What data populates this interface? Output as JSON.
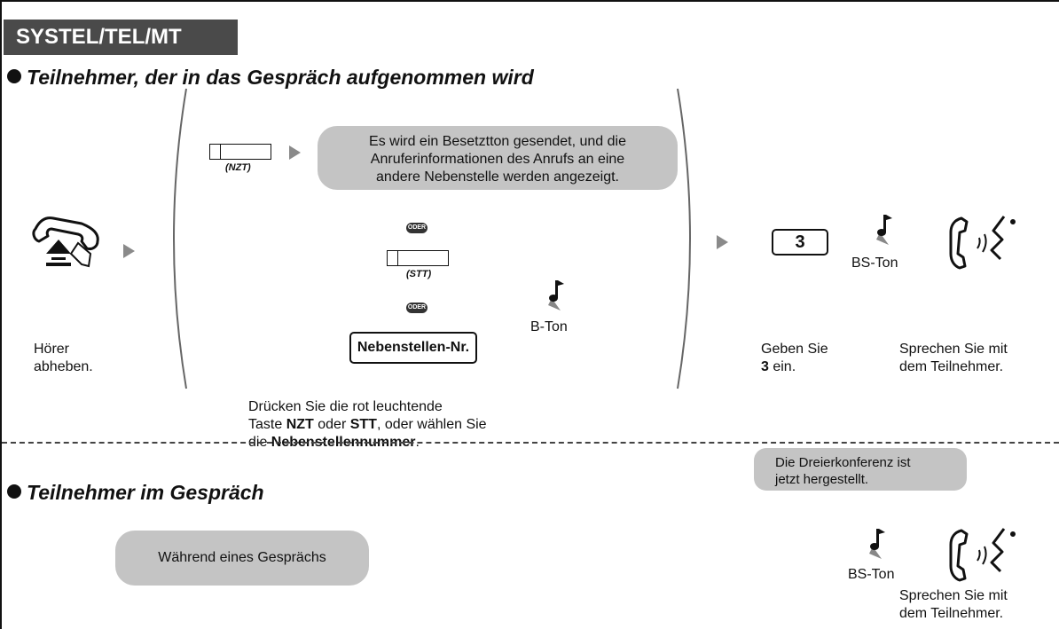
{
  "header": {
    "title": "SYSTEL/TEL/MT"
  },
  "section1": {
    "title": "Teilnehmer, der in das Gespräch aufgenommen wird",
    "step_offhook": {
      "line1": "Hörer",
      "line2": "abheben."
    },
    "key_nzt_label": "(NZT)",
    "bubble_busy": {
      "line1": "Es wird ein Besetztton gesendet, und die",
      "line2": "Anruferinformationen des Anrufs an eine",
      "line3": "andere Nebenstelle werden angezeigt."
    },
    "oder1": "ODER",
    "key_stt_label": "(STT)",
    "oder2": "ODER",
    "ext_number_key": "Nebenstellen-Nr.",
    "b_tone": "B-Ton",
    "instruction": {
      "line1": "Drücken Sie die rot leuchtende",
      "line2_pre": "Taste ",
      "line2_b1": "NZT",
      "line2_mid": " oder ",
      "line2_b2": "STT",
      "line2_post": ", oder wählen Sie",
      "line3_pre": "die ",
      "line3_b": "Nebenstellennummer",
      "line3_post": "."
    },
    "dial_key": "3",
    "bs_tone": "BS-Ton",
    "enter": {
      "line1": "Geben Sie",
      "line2_b": "3",
      "line2_post": " ein."
    },
    "talk": {
      "line1": "Sprechen Sie mit",
      "line2": "dem Teilnehmer."
    }
  },
  "conference_bubble": {
    "line1": "Die Dreierkonferenz ist",
    "line2": "jetzt hergestellt."
  },
  "section2": {
    "title": "Teilnehmer im Gespräch",
    "during_call": "Während eines Gesprächs",
    "bs_tone": "BS-Ton",
    "talk": {
      "line1": "Sprechen Sie mit",
      "line2": "dem Teilnehmer."
    }
  },
  "colors": {
    "header_bg": "#4a4a4a",
    "bubble_bg": "#c4c4c4",
    "arrow": "#8a8a8a"
  },
  "icons": [
    "handset-offhook-icon",
    "tone-note-icon",
    "talking-handset-icon"
  ]
}
